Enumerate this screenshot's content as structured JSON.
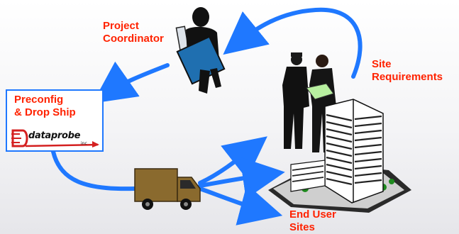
{
  "labels": {
    "project_coordinator": [
      "Project",
      "Coordinator"
    ],
    "site_requirements": [
      "Site",
      "Requirements"
    ],
    "preconfig": [
      "Preconfig",
      "& Drop Ship"
    ],
    "end_user_sites": [
      "End User",
      "Sites"
    ]
  },
  "logo": {
    "name": "dataprobe",
    "suffix": "inc"
  },
  "colors": {
    "label_red": "#ff2200",
    "arrow_blue": "#1f78ff",
    "van_brown": "#8a6a2e"
  },
  "icons": {
    "coordinator": "person-with-binder-icon",
    "business_people": "two-businessmen-icon",
    "building": "office-building-icon",
    "van": "delivery-van-icon"
  }
}
